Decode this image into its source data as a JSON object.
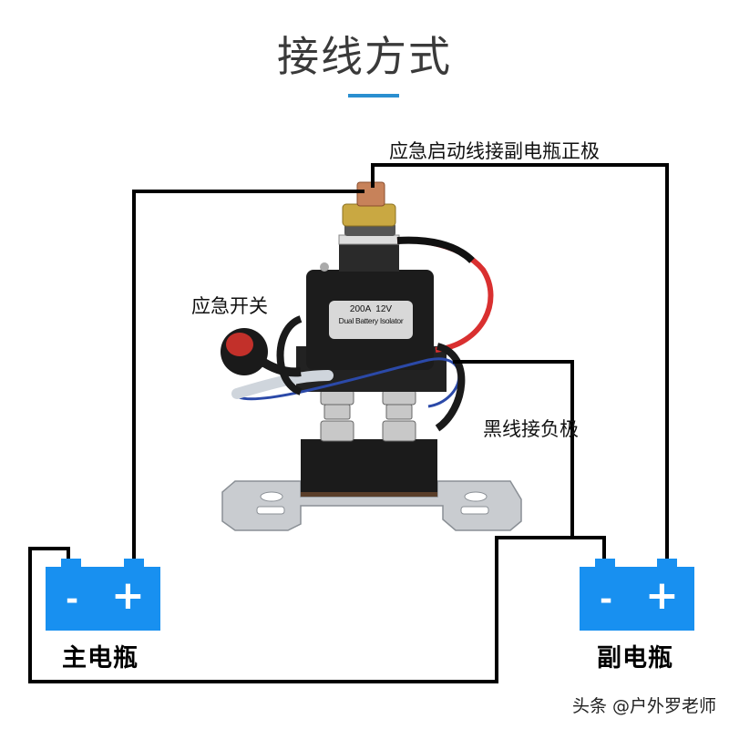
{
  "header": {
    "title": "接线方式",
    "accent_color": "#2a8fd0"
  },
  "labels": {
    "emergency_start_wire": "应急启动线接副电瓶正极",
    "emergency_switch": "应急开关",
    "black_wire_negative": "黑线接负极"
  },
  "device": {
    "sticker_line1": "200A  12V",
    "sticker_line2": "Dual Battery Isolator"
  },
  "batteries": {
    "main": {
      "name": "主电瓶",
      "minus": "-",
      "plus": "+",
      "color": "#1890f0"
    },
    "sub": {
      "name": "副电瓶",
      "minus": "-",
      "plus": "+",
      "color": "#1890f0"
    }
  },
  "watermark": "头条 @户外罗老师",
  "wire_color": "#000000"
}
